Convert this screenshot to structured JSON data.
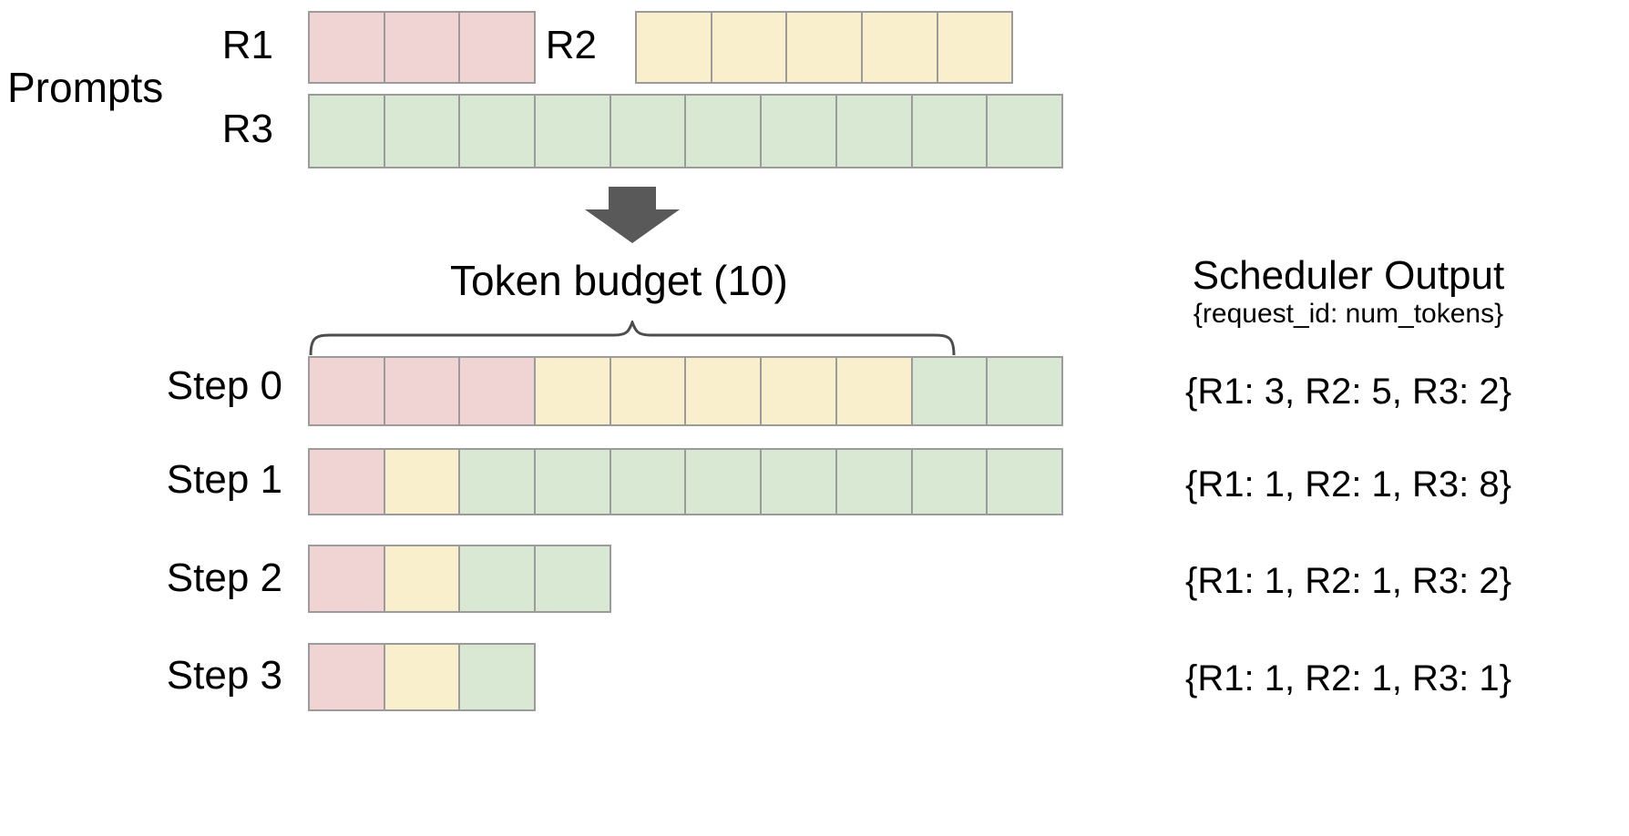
{
  "diagram": {
    "title": "Chunked prefill scheduler token budget illustration",
    "colors": {
      "r1": "#f0d3d3",
      "r2": "#faefcd",
      "r3": "#d9e8d2",
      "cell_border": "#9b9b9b",
      "arrow": "#595959",
      "brace": "#4d4d4d",
      "text": "#000000",
      "background": "#ffffff"
    }
  },
  "prompts": {
    "section_label": "Prompts",
    "requests": [
      {
        "id": "R1",
        "label": "R1",
        "tokens": 3,
        "color_key": "r1"
      },
      {
        "id": "R2",
        "label": "R2",
        "tokens": 5,
        "color_key": "r2"
      },
      {
        "id": "R3",
        "label": "R3",
        "tokens": 10,
        "color_key": "r3"
      }
    ]
  },
  "flow": {
    "arrow_icon": "arrow-down-icon"
  },
  "budget": {
    "label": "Token  budget (10)",
    "value": 10,
    "brace_icon": "curly-brace-icon"
  },
  "schedule": {
    "steps": [
      {
        "label": "Step 0",
        "segments": [
          {
            "request": "R1",
            "count": 3,
            "color_key": "r1"
          },
          {
            "request": "R2",
            "count": 5,
            "color_key": "r2"
          },
          {
            "request": "R3",
            "count": 2,
            "color_key": "r3"
          }
        ],
        "output": "{R1: 3, R2: 5, R3: 2}"
      },
      {
        "label": "Step 1",
        "segments": [
          {
            "request": "R1",
            "count": 1,
            "color_key": "r1"
          },
          {
            "request": "R2",
            "count": 1,
            "color_key": "r2"
          },
          {
            "request": "R3",
            "count": 8,
            "color_key": "r3"
          }
        ],
        "output": "{R1: 1, R2: 1, R3: 8}"
      },
      {
        "label": "Step 2",
        "segments": [
          {
            "request": "R1",
            "count": 1,
            "color_key": "r1"
          },
          {
            "request": "R2",
            "count": 1,
            "color_key": "r2"
          },
          {
            "request": "R3",
            "count": 2,
            "color_key": "r3"
          }
        ],
        "output": "{R1: 1, R2: 1, R3: 2}"
      },
      {
        "label": "Step 3",
        "segments": [
          {
            "request": "R1",
            "count": 1,
            "color_key": "r1"
          },
          {
            "request": "R2",
            "count": 1,
            "color_key": "r2"
          },
          {
            "request": "R3",
            "count": 1,
            "color_key": "r3"
          }
        ],
        "output": "{R1: 1, R2: 1, R3: 1}"
      }
    ]
  },
  "scheduler_output": {
    "title": "Scheduler Output",
    "subtitle": "{request_id: num_tokens}"
  }
}
